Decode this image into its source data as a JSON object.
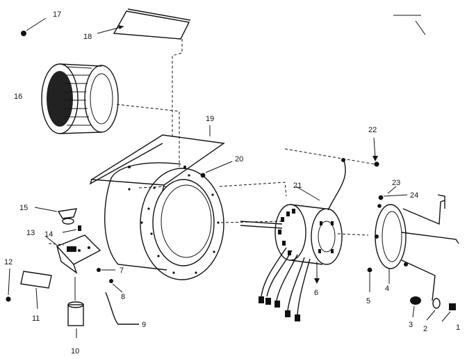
{
  "labels": {
    "p1": "1",
    "p2": "2",
    "p3": "3",
    "p4": "4",
    "p5": "5",
    "p6": "6",
    "p7": "7",
    "p8": "8",
    "p9": "9",
    "p10": "10",
    "p11": "11",
    "p12": "12",
    "p13": "13",
    "p14": "14",
    "p15": "15",
    "p16": "16",
    "p17": "17",
    "p18": "18",
    "p19": "19",
    "p20": "20",
    "p21": "21",
    "p22": "22",
    "p23": "23",
    "p24": "24"
  },
  "colors": {
    "ink": "#111111",
    "paper": "#ffffff"
  }
}
